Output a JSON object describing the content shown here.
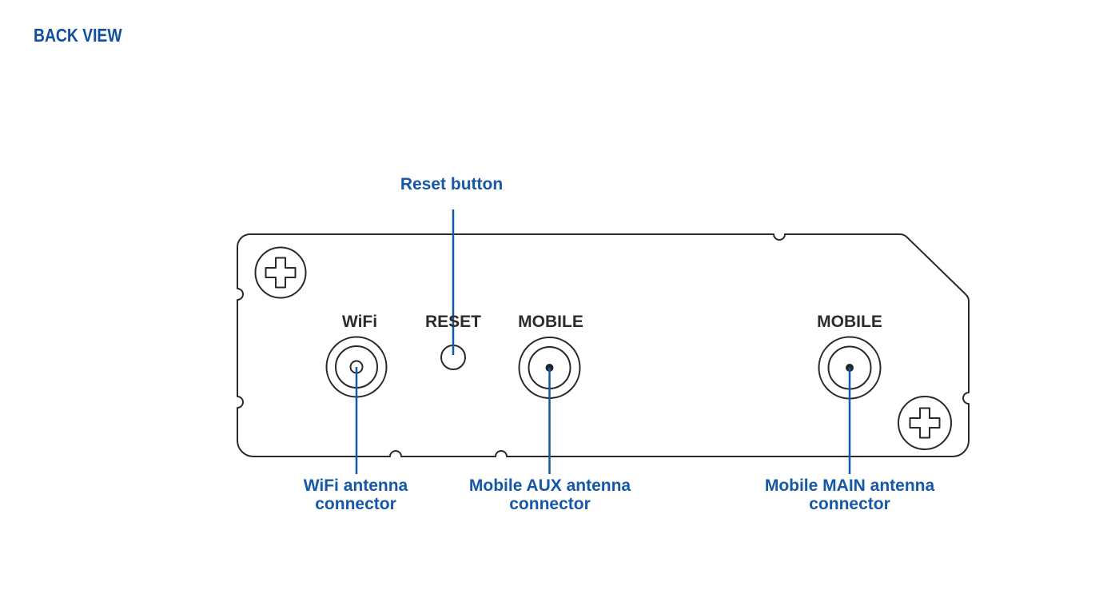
{
  "title": "BACK VIEW",
  "panel": {
    "wifi": "WiFi",
    "reset": "RESET",
    "mobile_aux": "MOBILE",
    "mobile_main": "MOBILE"
  },
  "callouts": {
    "reset_label": "Reset button",
    "wifi_line1": "WiFi antenna",
    "wifi_line2": "connector",
    "aux_line1": "Mobile AUX antenna",
    "aux_line2": "connector",
    "main_line1": "Mobile MAIN antenna",
    "main_line2": "connector"
  },
  "colors": {
    "accent_blue": "#1558a7",
    "title_blue": "#0f4ea0",
    "outline_dark": "#2b2927",
    "panel_label_dark": "#2e2b28",
    "background": "#ffffff"
  }
}
